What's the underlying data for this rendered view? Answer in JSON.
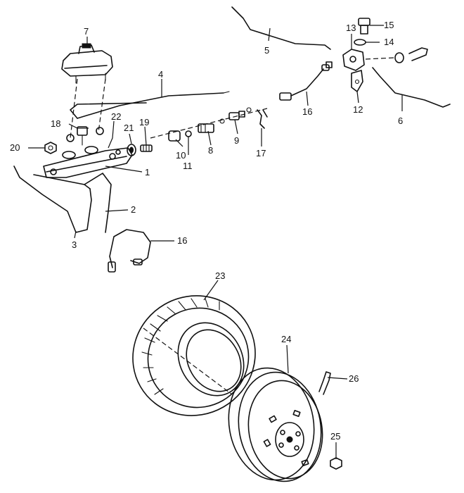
{
  "callouts": {
    "c1": "1",
    "c2": "2",
    "c3": "3",
    "c4": "4",
    "c5": "5",
    "c6": "6",
    "c7": "7",
    "c8": "8",
    "c9": "9",
    "c10": "10",
    "c11": "11",
    "c12": "12",
    "c13": "13",
    "c14": "14",
    "c15": "15",
    "c16a": "16",
    "c16b": "16",
    "c17": "17",
    "c18": "18",
    "c19": "19",
    "c20": "20",
    "c21": "21",
    "c22": "22",
    "c23": "23",
    "c24": "24",
    "c25": "25",
    "c26": "26"
  }
}
